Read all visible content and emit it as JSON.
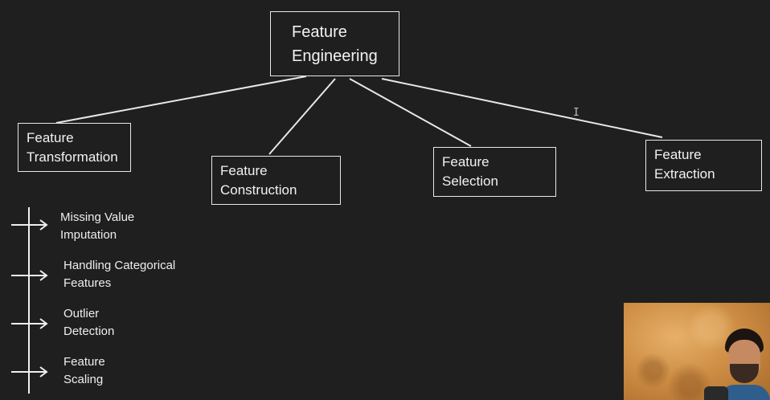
{
  "diagram": {
    "root": {
      "line1": "Feature",
      "line2": "Engineering"
    },
    "children": [
      {
        "id": "transformation",
        "line1": "Feature",
        "line2": "Transformation"
      },
      {
        "id": "construction",
        "line1": "Feature",
        "line2": "Construction"
      },
      {
        "id": "selection",
        "line1": "Feature",
        "line2": "Selection"
      },
      {
        "id": "extraction",
        "line1": "Feature",
        "line2": "Extraction"
      }
    ],
    "transformation_list": [
      {
        "line1": "Missing Value",
        "line2": "Imputation"
      },
      {
        "line1": "Handling Categorical",
        "line2": "Features"
      },
      {
        "line1": "Outlier",
        "line2": "Detection"
      },
      {
        "line1": "Feature",
        "line2": "Scaling"
      }
    ]
  },
  "colors": {
    "background": "#1f1f1f",
    "stroke": "#e8e8e8",
    "text": "#f2f2f2"
  },
  "icons": {
    "cursor": "text-cursor-icon",
    "arrow": "right-arrow-icon"
  },
  "overlay": {
    "webcam": "presenter-webcam"
  }
}
